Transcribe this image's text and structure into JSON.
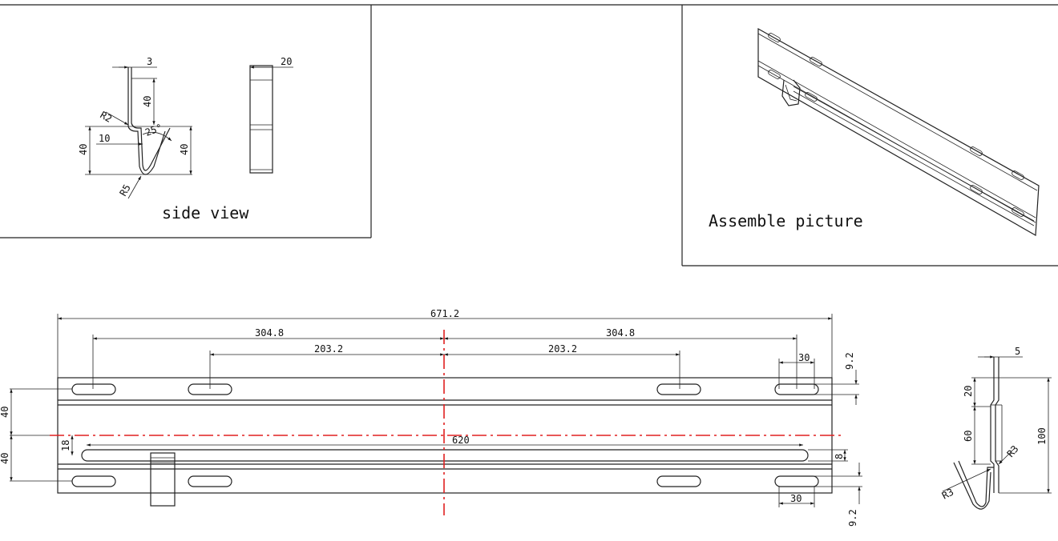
{
  "panels": {
    "side_view_label": "side view",
    "assemble_label": "Assemble picture"
  },
  "side_view": {
    "thickness": "3",
    "top_height": "40",
    "bend_radius_top": "R2",
    "angle": "25°",
    "offset": "10",
    "left_height": "40",
    "right_height": "40",
    "bend_radius_bottom": "R5",
    "width_view": "20"
  },
  "main": {
    "overall": "671.2",
    "slot_left_outer": "304.8",
    "slot_left_inner": "203.2",
    "slot_right_inner": "203.2",
    "slot_right_outer": "304.8",
    "slot_len_top": "30",
    "slot_len_bottom": "30",
    "edge_top": "9.2",
    "edge_bottom": "9.2",
    "upper_half": "40",
    "lower_half": "40",
    "inner_offset": "18",
    "groove_len": "620",
    "groove_width": "8"
  },
  "profile": {
    "thickness": "5",
    "top": "20",
    "mid": "60",
    "total": "100",
    "radius_a": "R3",
    "radius_b": "R3"
  }
}
